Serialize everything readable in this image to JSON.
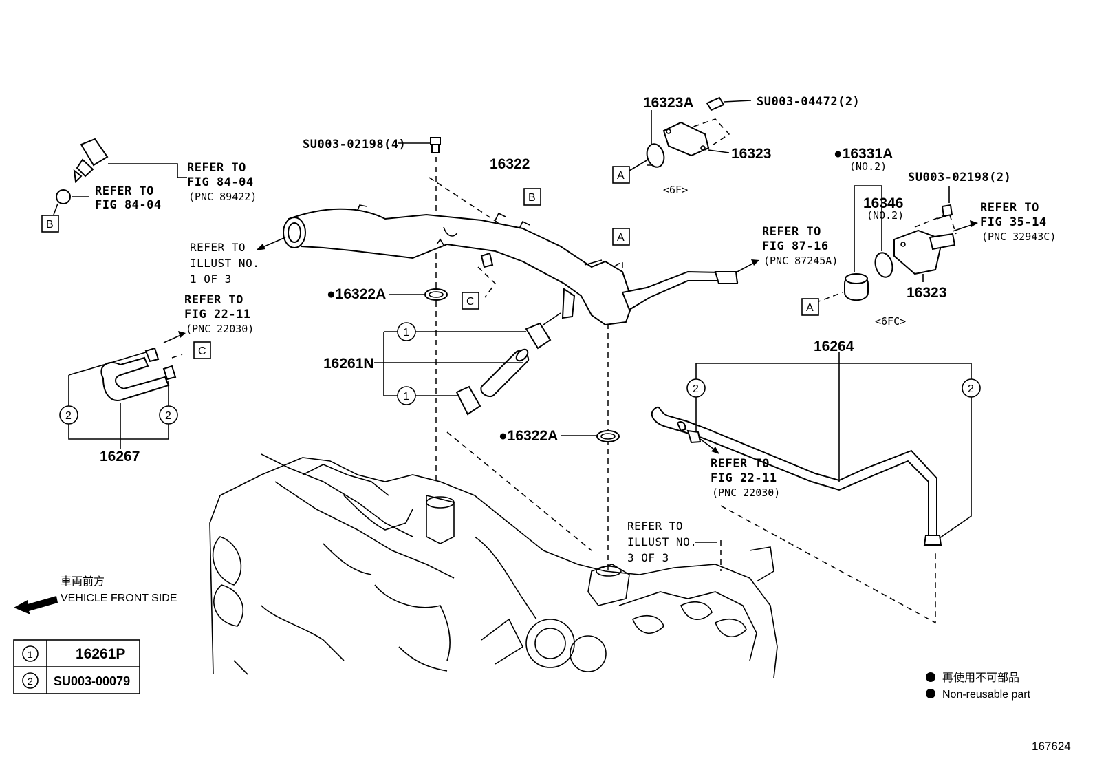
{
  "labels": {
    "su_bolt_top": "SU003-02198(4)",
    "p16322": "16322",
    "p16323A": "16323A",
    "su_04472": "SU003-04472(2)",
    "p16323_6f": "16323",
    "code_6f": "<6F>",
    "p16331A": "●16331A",
    "no2_a": "(NO.2)",
    "su_bolt_right": "SU003-02198(2)",
    "p16346": "16346",
    "no2_b": "(NO.2)",
    "p16323_6fc": "16323",
    "code_6fc": "<6FC>",
    "p16322A_top": "●16322A",
    "p16322A_mid": "●16322A",
    "p16261N": "16261N",
    "p16264": "16264",
    "p16267": "16267",
    "diagram_id": "167624"
  },
  "refs": {
    "r1_l1": "REFER TO",
    "r1_l2": "FIG 84-04",
    "r1_l3": "(PNC 89422)",
    "r2_l1": "REFER TO",
    "r2_l2": "FIG 84-04",
    "r3_l1": "REFER TO",
    "r3_l2": "ILLUST NO.",
    "r3_l3": "1 OF 3",
    "r4_l1": "REFER TO",
    "r4_l2": "FIG 22-11",
    "r4_l3": "(PNC 22030)",
    "r5_l1": "REFER TO",
    "r5_l2": "FIG 87-16",
    "r5_l3": "(PNC 87245A)",
    "r6_l1": "REFER TO",
    "r6_l2": "FIG 35-14",
    "r6_l3": "(PNC 32943C)",
    "r7_l1": "REFER TO",
    "r7_l2": "FIG 22-11",
    "r7_l3": "(PNC 22030)",
    "r8_l1": "REFER TO",
    "r8_l2": "ILLUST NO.",
    "r8_l3": "3 OF 3"
  },
  "callouts": {
    "A": "A",
    "B": "B",
    "C": "C",
    "one": "1",
    "two": "2"
  },
  "front": {
    "jp": "車両前方",
    "en": "VEHICLE FRONT SIDE"
  },
  "legend_table": [
    {
      "key": "1",
      "value": "16261P"
    },
    {
      "key": "2",
      "value": "SU003-00079"
    }
  ],
  "nonreuse": {
    "jp": "再使用不可部品",
    "en": "Non-reusable part"
  },
  "colors": {
    "ink": "#000000",
    "paper": "#ffffff"
  }
}
